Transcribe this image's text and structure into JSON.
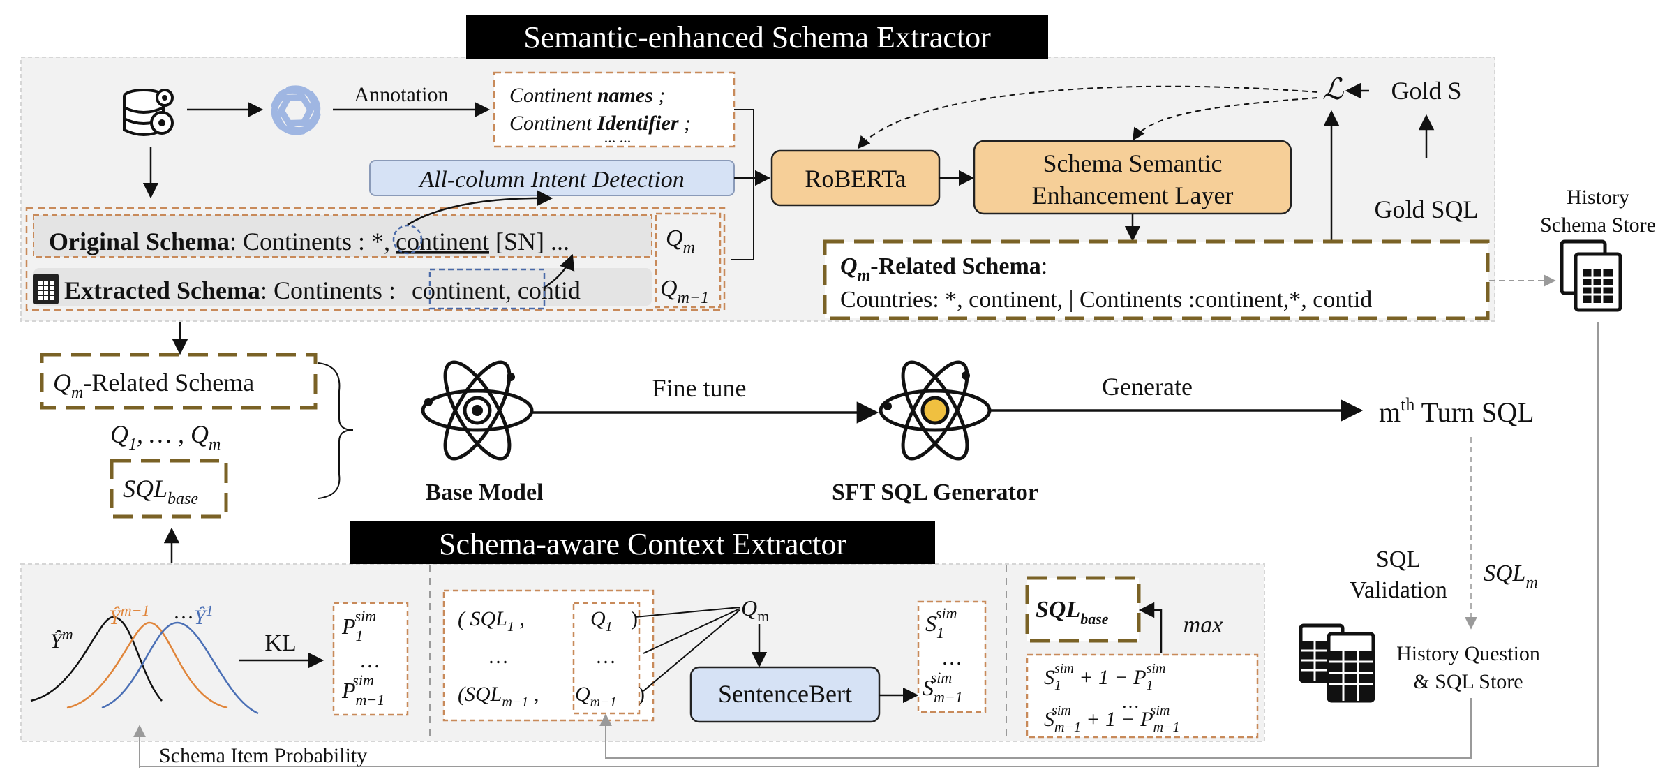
{
  "colors": {
    "panel_bg": "#f2f2f2",
    "panel_border": "#d6d6d6",
    "title_bg": "#000000",
    "title_fg": "#ffffff",
    "brown_dashed": "#7a6226",
    "orange_dashed": "#c88a5a",
    "blue_dashed": "#4a6aa8",
    "orange_fill": "#f6cf98",
    "blue_fill": "#d6e2f5",
    "gray_fill": "#e4e4e4",
    "curve_black": "#111111",
    "curve_orange": "#e0853a",
    "curve_blue": "#4a6fb5",
    "atom_core": "#f0c040"
  },
  "icons": {
    "database": "database-gear-icon",
    "llm": "openai-logo-icon",
    "history_store": "spreadsheet-documents-icon",
    "history_qs_store": "spreadsheet-documents-icon",
    "base_model": "atom-icon",
    "sft_generator": "atom-icon",
    "extracted_doc": "spreadsheet-icon"
  },
  "top": {
    "title": "Semantic-enhanced Schema Extractor",
    "annotation": "Annotation",
    "annot_line1_pre": "Continent ",
    "annot_line1_bold": "names",
    "annot_line1_post": " ;",
    "annot_line2_pre": "Continent ",
    "annot_line2_bold": "Identifier",
    "annot_line2_post": " ;",
    "annot_line3": "... ...",
    "intent": "All-column Intent Detection",
    "orig_label": "Original Schema",
    "orig_prefix": ": Continents : ",
    "orig_star": "*",
    "orig_comma": ",",
    "orig_col": "continent",
    "orig_suffix": " [SN] ...",
    "ext_label": "Extracted Schema",
    "ext_prefix": ": Continents : ",
    "ext_col": "continent",
    "ext_suffix": ", contid",
    "qm": "Q",
    "qm_sub": "m",
    "qm1": "Q",
    "qm1_sub": "m−1",
    "roberta": "RoBERTa",
    "ssel_line1": "Schema Semantic",
    "ssel_line2": "Enhancement Layer",
    "loss": "ℒ",
    "gold_s": "Gold S",
    "gold_sql": "Gold SQL",
    "related_q": "Q",
    "related_q_sub": "m",
    "related_title_rest": "-Related Schema",
    "related_colon": ":",
    "related_content": "Countries: *, continent,  | Continents :continent,*, contid",
    "history_line1": "History",
    "history_line2": "Schema Store"
  },
  "middle": {
    "left_related_q": "Q",
    "left_related_sub": "m",
    "left_related_rest": "-Related Schema",
    "questions": "Q",
    "questions_sub1": "1",
    "questions_mid": ", … , ",
    "questions_q2": "Q",
    "questions_sub2": "m",
    "sql_base": "SQL",
    "sql_base_sub": "base",
    "base_model": "Base Model",
    "fine_tune": "Fine tune",
    "sft": "SFT SQL Generator",
    "generate": "Generate",
    "turn_m": "m",
    "turn_sup": "th",
    "turn_rest": " Turn SQL"
  },
  "bottom": {
    "title": "Schema-aware Context Extractor",
    "y_m": "Ŷ",
    "y_m_sup": "m",
    "y_m1": "Ŷ",
    "y_m1_sup": "m−1",
    "y_dots": "…",
    "y_1": "Ŷ",
    "y_1_sup": "1",
    "kl": "KL",
    "p1": "P",
    "p1_sub": "1",
    "p_sup": "sim",
    "p_dots": "…",
    "pm": "P",
    "pm_sub": "m−1",
    "sql1_open": "( ",
    "sql1": "SQL",
    "sql1_sub": "1",
    "sql1_comma": " ,",
    "q1": "Q",
    "q1_sub": "1",
    "paren_close1": ")",
    "sql_dots": "…",
    "q_dots": "…",
    "sqlm_open": "(",
    "sqlm": "SQL",
    "sqlm_sub": "m−1",
    "sqlm_comma": " ,",
    "qm": "Q",
    "qm_sub": "m−1",
    "paren_closem": ")",
    "qm_top": "Q",
    "qm_top_sub": "m",
    "sentencebert": "SentenceBert",
    "s1": "S",
    "s1_sub": "1",
    "s_sup": "sim",
    "s_dots": "…",
    "sm": "S",
    "sm_sub": "m−1",
    "sqlbase": "SQL",
    "sqlbase_sub": "base",
    "max": "max",
    "f1_s": "S",
    "f1_s_sub": "1",
    "f1_mid": " + 1 − ",
    "f1_p": "P",
    "f1_p_sub": "1",
    "f_sup": "sim",
    "f_dots": "…",
    "f2_s": "S",
    "f2_s_sub": "m−1",
    "f2_mid": " + 1 − ",
    "f2_p": "P",
    "f2_p_sub": "m−1",
    "sql_validation_1": "SQL",
    "sql_validation_2": "Validation",
    "sql_m": "SQL",
    "sql_m_sub": "m",
    "hqs_line1": "History Question",
    "hqs_line2": "& SQL Store",
    "schema_item_prob": "Schema Item Probability"
  }
}
